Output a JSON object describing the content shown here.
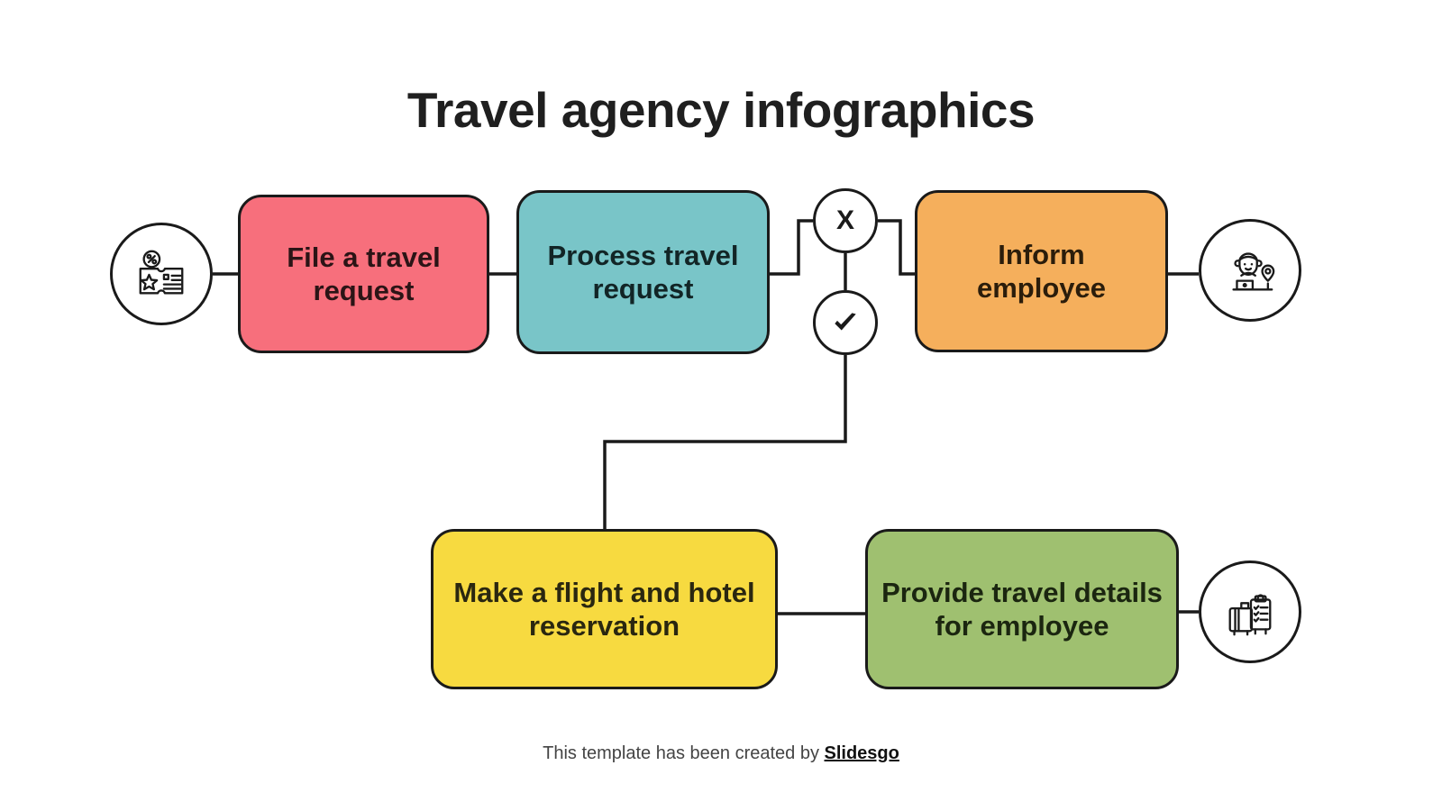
{
  "title": "Travel agency infographics",
  "colors": {
    "pink": "#F76F7C",
    "teal": "#79C5C8",
    "orange": "#F5AF5C",
    "yellow": "#F7DA40",
    "green": "#9FC070",
    "outline": "#1A1A1A",
    "background": "#FFFFFF",
    "title_text": "#1F1F1F",
    "footer_text": "#444444"
  },
  "flow": {
    "nodes": [
      {
        "id": "file-request",
        "label": "File a travel request",
        "color": "#F76F7C"
      },
      {
        "id": "process-request",
        "label": "Process travel request",
        "color": "#79C5C8"
      },
      {
        "id": "inform-employee",
        "label": "Inform employee",
        "color": "#F5AF5C"
      },
      {
        "id": "make-reservation",
        "label": "Make a flight and hotel reservation",
        "color": "#F7DA40"
      },
      {
        "id": "provide-details",
        "label": "Provide travel details for employee",
        "color": "#9FC070"
      }
    ],
    "decisions": [
      {
        "id": "reject",
        "label": "X",
        "icon": "cross-icon"
      },
      {
        "id": "approve",
        "label": "✔",
        "icon": "check-icon"
      }
    ],
    "icons": [
      {
        "id": "travel-ticket",
        "name": "travel-ticket-discount-icon"
      },
      {
        "id": "agent-support",
        "name": "support-agent-location-icon"
      },
      {
        "id": "luggage-checklist",
        "name": "luggage-checklist-icon"
      }
    ]
  },
  "footer": {
    "text": "This template has been created by ",
    "brand": "Slidesgo"
  }
}
